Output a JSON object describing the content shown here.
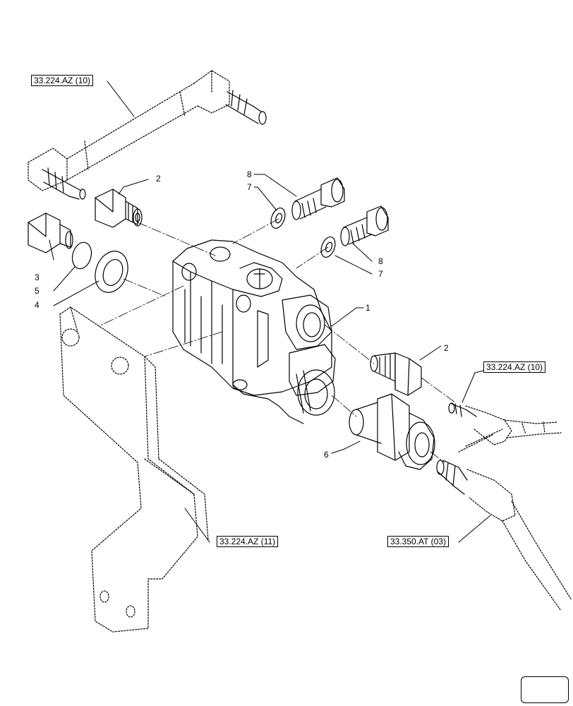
{
  "references": {
    "ref_top_left": "33.224.AZ (10)",
    "ref_right": "33.224.AZ (10)",
    "ref_bracket": "33.224.AZ (11)",
    "ref_bottom_right": "33.350.AT (03)"
  },
  "callouts": {
    "c1": "1",
    "c2_top": "2",
    "c2_right": "2",
    "c3": "3",
    "c4": "4",
    "c5": "5",
    "c6": "6",
    "c7_top": "7",
    "c7_right": "7",
    "c8_top": "8",
    "c8_right": "8"
  },
  "navigation": {
    "icon": "next-page-arrow-icon"
  }
}
